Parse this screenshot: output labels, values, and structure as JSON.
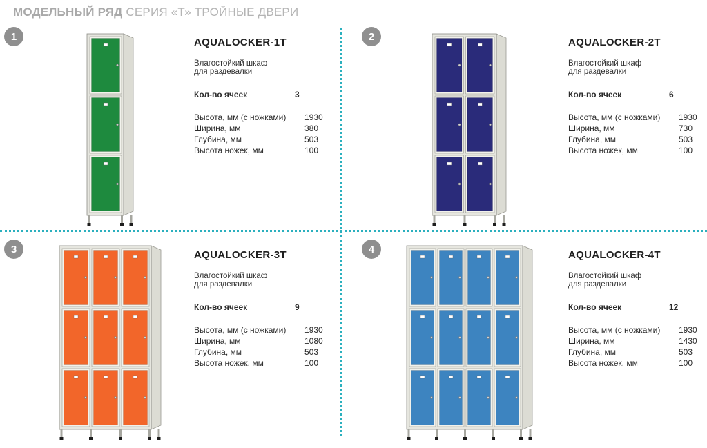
{
  "header": {
    "bold": "МОДЕЛЬНЫЙ РЯД",
    "light": "СЕРИЯ «Т» ТРОЙНЫЕ ДВЕРИ"
  },
  "products": [
    {
      "number": "1",
      "model": "AQUALOCKER-1T",
      "desc_line1": "Влагостойкий шкаф",
      "desc_line2": "для раздевалки",
      "cells_label": "Кол-во ячеек",
      "cells_value": "3",
      "specs": [
        {
          "label": "Высота, мм (с ножками)",
          "value": "1930"
        },
        {
          "label": "Ширина, мм",
          "value": "380"
        },
        {
          "label": "Глубина, мм",
          "value": "503"
        },
        {
          "label": "Высота ножек, мм",
          "value": "100"
        }
      ],
      "color": "#1e8a3e",
      "columns": 1
    },
    {
      "number": "2",
      "model": "AQUALOCKER-2T",
      "desc_line1": "Влагостойкий шкаф",
      "desc_line2": "для раздевалки",
      "cells_label": "Кол-во ячеек",
      "cells_value": "6",
      "specs": [
        {
          "label": "Высота, мм (с ножками)",
          "value": "1930"
        },
        {
          "label": "Ширина, мм",
          "value": "730"
        },
        {
          "label": "Глубина, мм",
          "value": "503"
        },
        {
          "label": "Высота ножек, мм",
          "value": "100"
        }
      ],
      "color": "#2a2b7a",
      "columns": 2
    },
    {
      "number": "3",
      "model": "AQUALOCKER-3T",
      "desc_line1": "Влагостойкий шкаф",
      "desc_line2": "для раздевалки",
      "cells_label": "Кол-во ячеек",
      "cells_value": "9",
      "specs": [
        {
          "label": "Высота, мм (с ножками)",
          "value": "1930"
        },
        {
          "label": "Ширина, мм",
          "value": "1080"
        },
        {
          "label": "Глубина, мм",
          "value": "503"
        },
        {
          "label": "Высота ножек, мм",
          "value": "100"
        }
      ],
      "color": "#f2662a",
      "columns": 3
    },
    {
      "number": "4",
      "model": "AQUALOCKER-4T",
      "desc_line1": "Влагостойкий шкаф",
      "desc_line2": "для раздевалки",
      "cells_label": "Кол-во ячеек",
      "cells_value": "12",
      "specs": [
        {
          "label": "Высота, мм (с ножками)",
          "value": "1930"
        },
        {
          "label": "Ширина, мм",
          "value": "1430"
        },
        {
          "label": "Глубина, мм",
          "value": "503"
        },
        {
          "label": "Высота ножек, мм",
          "value": "100"
        }
      ],
      "color": "#3d84c0",
      "columns": 4
    }
  ]
}
